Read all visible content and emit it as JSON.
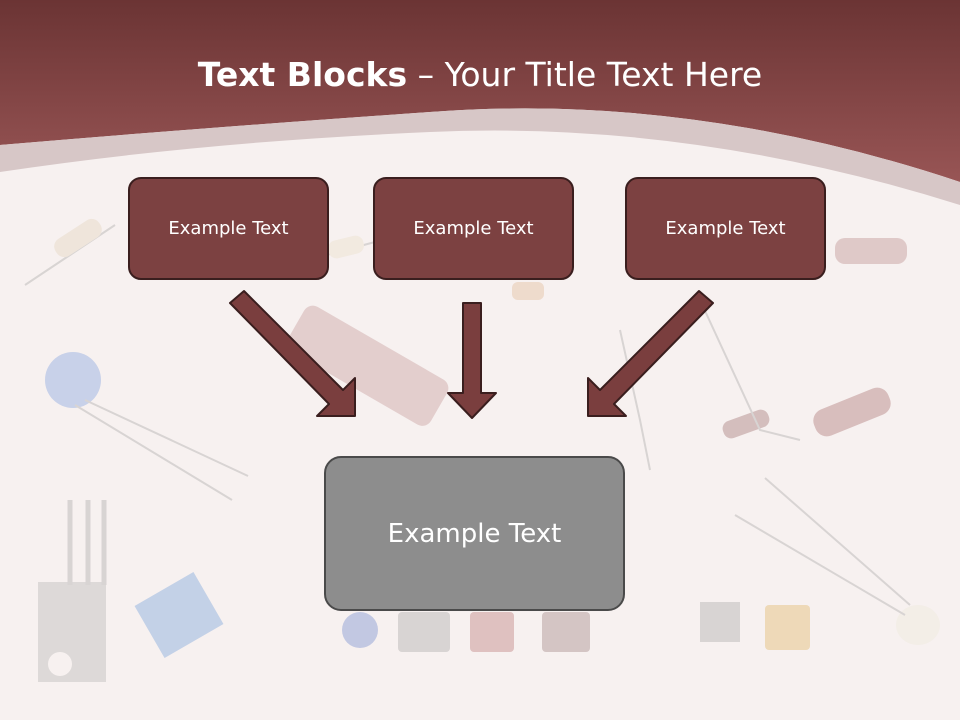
{
  "slide": {
    "title_bold": "Text Blocks",
    "title_dash": "–",
    "title_rest": "Your Title Text Here"
  },
  "boxes": [
    {
      "label": "Example Text"
    },
    {
      "label": "Example Text"
    },
    {
      "label": "Example Text"
    }
  ],
  "result_box": {
    "label": "Example Text"
  },
  "colors": {
    "banner": "#8f4f4f",
    "box_fill": "#7c4141",
    "arrow_fill": "#7a3e3e",
    "result_fill": "#8d8d8d",
    "background": "#f7f1f0"
  }
}
